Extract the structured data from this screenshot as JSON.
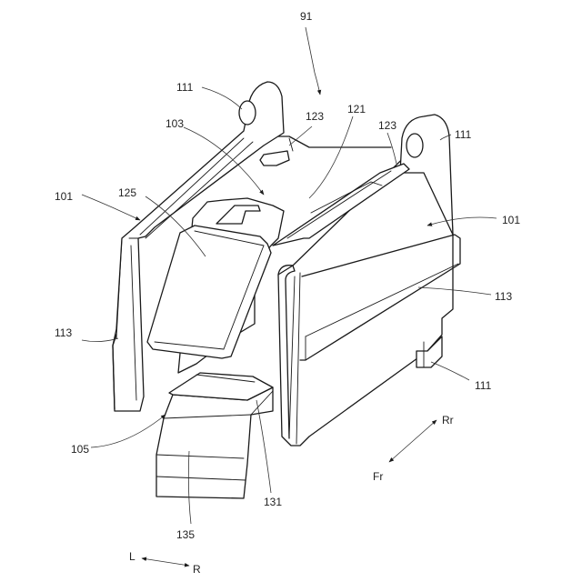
{
  "figure": {
    "labels": {
      "assembly": "91",
      "tab_top_left": "111",
      "tab_top_right": "111",
      "tab_bottom_right": "111",
      "slot_left": "123",
      "slot_right": "123",
      "ridge": "121",
      "channel": "103",
      "side_wall_left": "101",
      "side_wall_right": "101",
      "slope_block": "125",
      "band_left": "113",
      "band_right": "113",
      "lower_block": "105",
      "neck": "131",
      "front_face": "135"
    },
    "axes": {
      "rear": "Rr",
      "front": "Fr",
      "left": "L",
      "right": "R"
    }
  }
}
